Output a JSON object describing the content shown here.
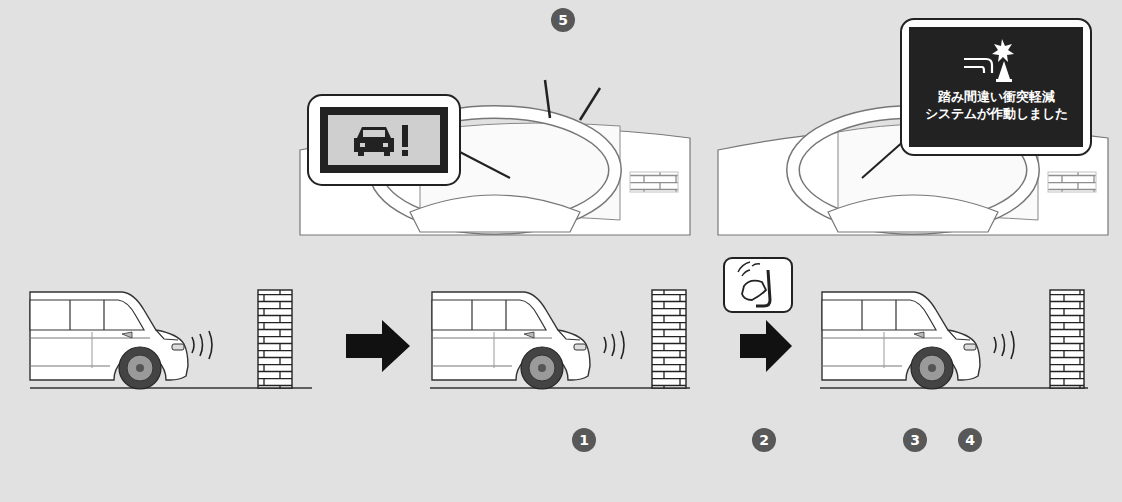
{
  "diagram": {
    "nodes": [
      {
        "text": [
          "踏み間違い衝突軽減 システムが作動しました"
        ]
      }
    ],
    "labels": [
      "5",
      "1",
      "2",
      "3",
      "4"
    ]
  }
}
